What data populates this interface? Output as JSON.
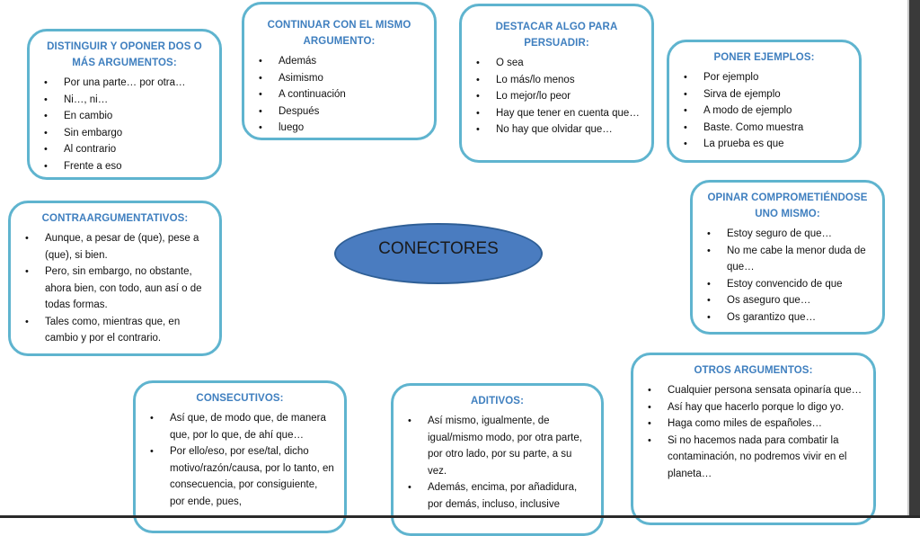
{
  "center": {
    "label": "CONECTORES"
  },
  "boxes": {
    "distinguir": {
      "title": "DISTINGUIR Y OPONER DOS O MÁS ARGUMENTOS:",
      "items": [
        "Por una parte… por otra…",
        "Ni…, ni…",
        "En cambio",
        "Sin embargo",
        "Al contrario",
        "Frente a eso"
      ]
    },
    "continuar": {
      "title": "CONTINUAR CON EL MISMO ARGUMENTO:",
      "items": [
        "Además",
        "Asimismo",
        "A continuación",
        "Después",
        "luego"
      ]
    },
    "destacar": {
      "title": "DESTACAR ALGO PARA PERSUADIR:",
      "items": [
        "O sea",
        "Lo más/lo menos",
        "Lo mejor/lo peor",
        "Hay que tener en cuenta que…",
        "No hay que olvidar que…"
      ]
    },
    "ejemplos": {
      "title": "PONER EJEMPLOS:",
      "items": [
        "Por ejemplo",
        "Sirva de ejemplo",
        "A modo de ejemplo",
        "Baste. Como muestra",
        "La prueba es que"
      ]
    },
    "contra": {
      "title": "CONTRAARGUMENTATIVOS:",
      "items": [
        "Aunque, a pesar de (que), pese a (que), si bien.",
        "Pero, sin embargo, no obstante, ahora bien, con todo, aun así o de todas formas.",
        "Tales como, mientras que, en cambio y por el contrario."
      ]
    },
    "opinar": {
      "title": "OPINAR COMPROMETIÉNDOSE UNO MISMO:",
      "items": [
        "Estoy seguro de que…",
        "No me cabe la menor duda de que…",
        "Estoy convencido de que",
        "Os aseguro que…",
        "Os garantizo que…"
      ]
    },
    "otros": {
      "title": "OTROS ARGUMENTOS:",
      "items": [
        "Cualquier persona sensata opinaría que…",
        "Así hay que hacerlo porque lo digo yo.",
        "Haga como miles de españoles…",
        "Si no hacemos nada para combatir la contaminación, no podremos vivir en el planeta…"
      ]
    },
    "consecutivos": {
      "title": "CONSECUTIVOS:",
      "items": [
        "Así que, de modo que, de manera que, por lo que, de ahí que…",
        "Por ello/eso, por ese/tal, dicho motivo/razón/causa, por lo tanto, en consecuencia, por consiguiente, por ende, pues,"
      ]
    },
    "aditivos": {
      "title": "ADITIVOS:",
      "items": [
        "Así mismo, igualmente, de igual/mismo modo, por otra parte, por otro lado, por su parte, a su vez.",
        "Además, encima, por añadidura, por demás, incluso, inclusive"
      ]
    }
  }
}
